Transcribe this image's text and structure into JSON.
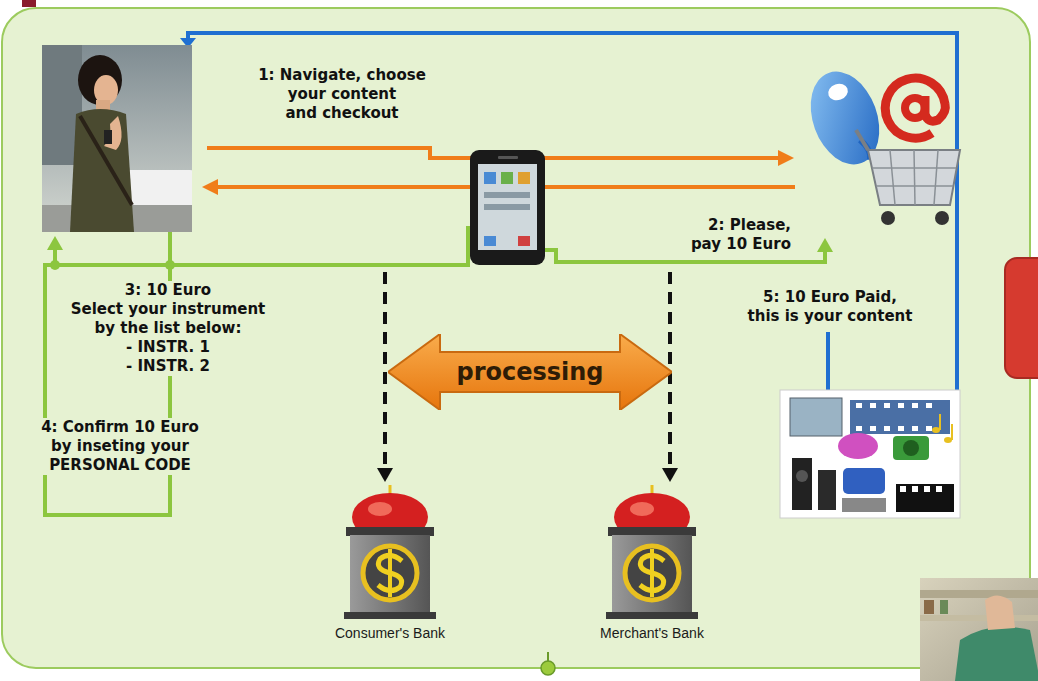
{
  "diagram": {
    "nodes": [
      {
        "text": [
          "processing"
        ]
      },
      {
        "text": [
          "Consumer's Bank"
        ]
      },
      {
        "text": [
          "Merchant's Bank"
        ]
      }
    ],
    "labels": [
      "1: Navigate, choose",
      "your content",
      "and checkout",
      "2: Please,",
      "pay 10 Euro",
      "3: 10 Euro",
      "Select your instrument",
      "by the list below:",
      "- INSTR. 1",
      "- INSTR. 2",
      "4: Confirm 10 Euro",
      "by inseting your",
      "PERSONAL CODE",
      "5: 10 Euro Paid,",
      "this is your content"
    ]
  }
}
